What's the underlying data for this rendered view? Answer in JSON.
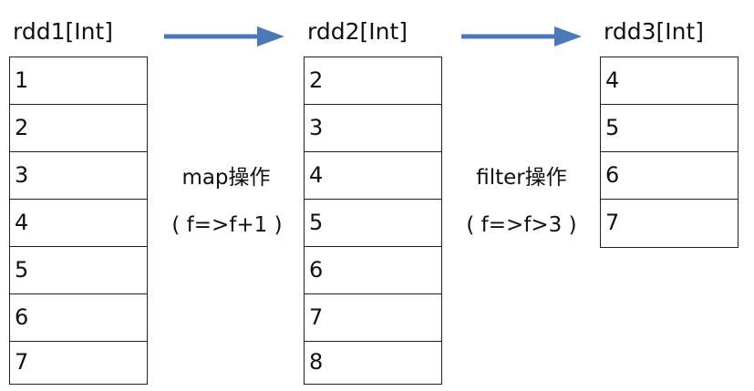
{
  "colors": {
    "arrow": "#4a78b8",
    "border": "#222222",
    "text": "#111111"
  },
  "rdd1": {
    "title": "rdd1[Int]",
    "values": [
      "1",
      "2",
      "3",
      "4",
      "5",
      "6",
      "7"
    ]
  },
  "rdd2": {
    "title": "rdd2[Int]",
    "values": [
      "2",
      "3",
      "4",
      "5",
      "6",
      "7",
      "8"
    ]
  },
  "rdd3": {
    "title": "rdd3[Int]",
    "values": [
      "4",
      "5",
      "6",
      "7"
    ]
  },
  "op1": {
    "name": "map操作",
    "expr": "( f=>f+1 )"
  },
  "op2": {
    "name": "filter操作",
    "expr": "( f=>f>3 )"
  }
}
